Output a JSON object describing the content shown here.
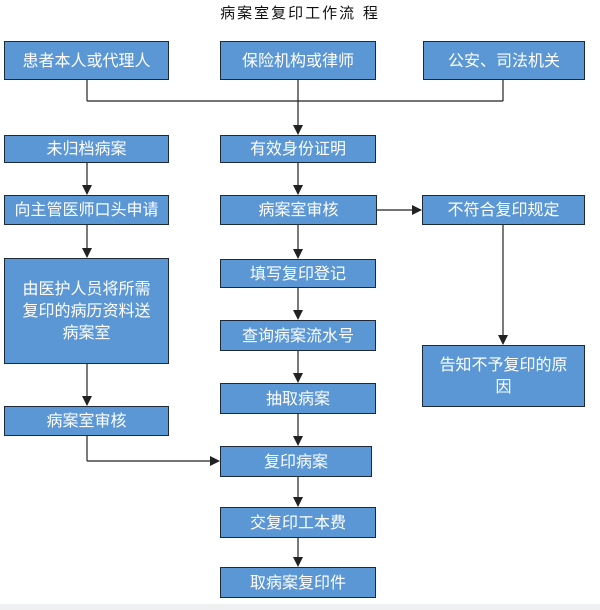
{
  "title": "病案室复印工作流 程",
  "nodes": {
    "patient": "患者本人或代理人",
    "insurance": "保险机构或律师",
    "police": "公安、司法机关",
    "unfiled": "未归档病案",
    "id_proof": "有效身份证明",
    "apply_doctor": "向主管医师口头申请",
    "record_review": "病案室审核",
    "not_compliant": "不符合复印规定",
    "medical_staff": "由医护人员将所需复印的病历资料送病案室",
    "fill_register": "填写复印登记",
    "query_number": "查询病案流水号",
    "notify_refuse": "告知不予复印的原因",
    "extract_record": "抽取病案",
    "record_review_2": "病案室审核",
    "copy_record": "复印病案",
    "pay_fee": "交复印工本费",
    "pick_copy": "取病案复印件"
  }
}
